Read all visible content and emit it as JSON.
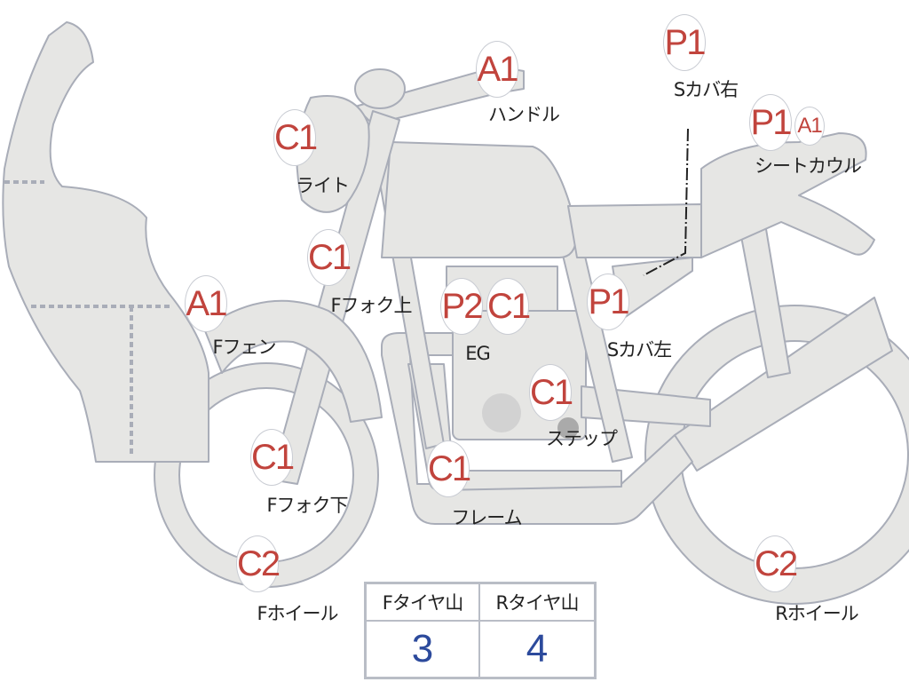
{
  "parts": [
    {
      "id": "handle",
      "grade": "A1",
      "label": "ハンドル"
    },
    {
      "id": "side-cover-right",
      "grade": "P1",
      "label": "Sカバ右"
    },
    {
      "id": "seat-cowl",
      "grade": "P1",
      "grade2": "A1",
      "label": "シートカウル"
    },
    {
      "id": "light",
      "grade": "C1",
      "label": "ライト"
    },
    {
      "id": "front-fork-upper",
      "grade": "C1",
      "label": "Fフォク上"
    },
    {
      "id": "front-fender",
      "grade": "A1",
      "label": "Fフェン"
    },
    {
      "id": "engine",
      "grade": "P2",
      "grade2": "C1",
      "label": "EG"
    },
    {
      "id": "side-cover-left",
      "grade": "P1",
      "label": "Sカバ左"
    },
    {
      "id": "step",
      "grade": "C1",
      "label": "ステップ"
    },
    {
      "id": "front-fork-lower",
      "grade": "C1",
      "label": "Fフォク下"
    },
    {
      "id": "frame",
      "grade": "C1",
      "label": "フレーム"
    },
    {
      "id": "front-wheel",
      "grade": "C2",
      "label": "Fホイール"
    },
    {
      "id": "rear-wheel",
      "grade": "C2",
      "label": "Rホイール"
    }
  ],
  "tire_table": {
    "headers": [
      "Fタイヤ山",
      "Rタイヤ山"
    ],
    "values": [
      "3",
      "4"
    ]
  },
  "colors": {
    "grade": "#c1443d",
    "value": "#2c4a9c",
    "body": "#e6e6e4",
    "outline": "#a9adb8"
  }
}
